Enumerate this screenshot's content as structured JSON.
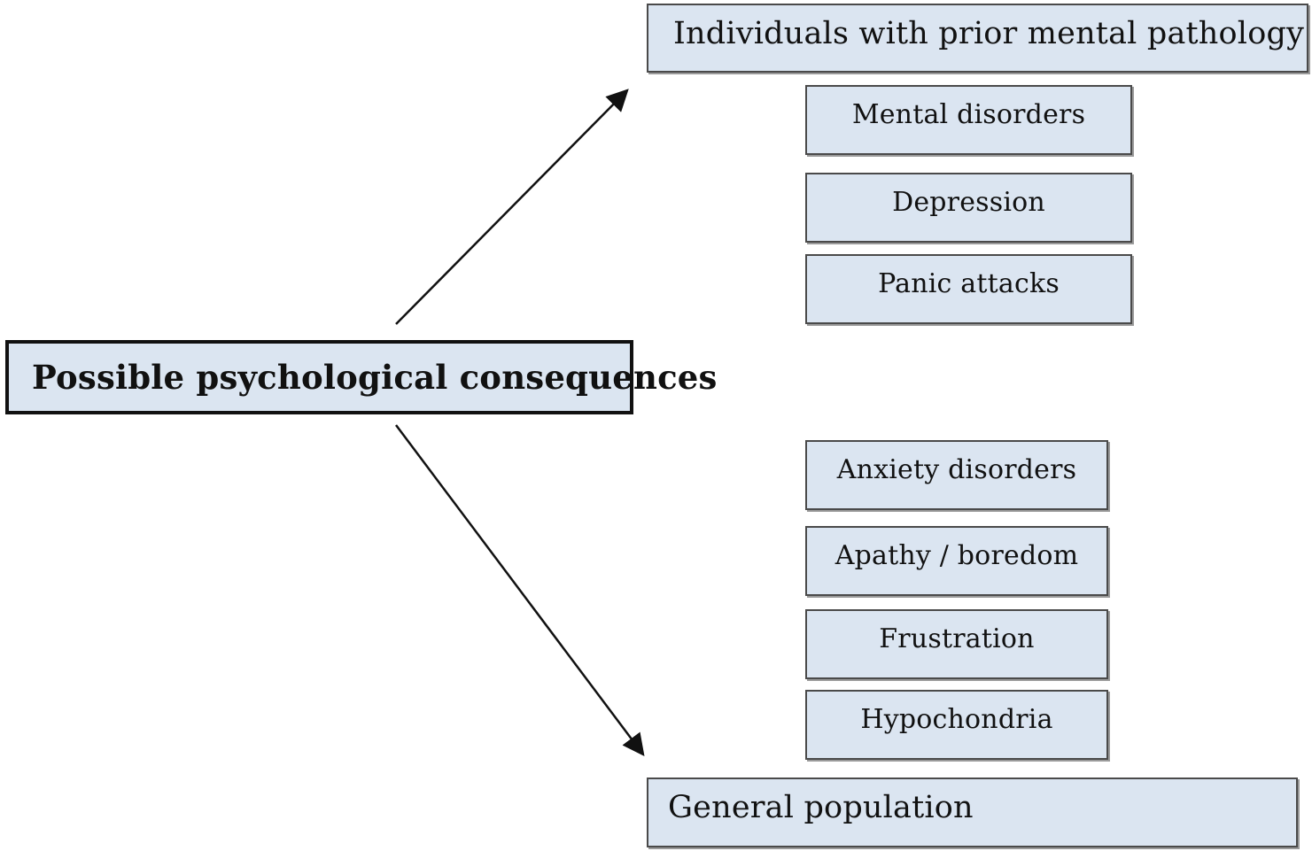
{
  "main": {
    "label": "Possible psychological consequences"
  },
  "groups": {
    "prior": {
      "label": "Individuals with prior mental pathology",
      "items": [
        "Mental disorders",
        "Depression",
        "Panic attacks"
      ]
    },
    "general": {
      "label": "General population",
      "items": [
        "Anxiety disorders",
        "Apathy / boredom",
        "Frustration",
        "Hypochondria"
      ]
    }
  },
  "colors": {
    "box_fill": "#dbe5f1",
    "border": "#4a4a4a",
    "arrow": "#111111"
  }
}
